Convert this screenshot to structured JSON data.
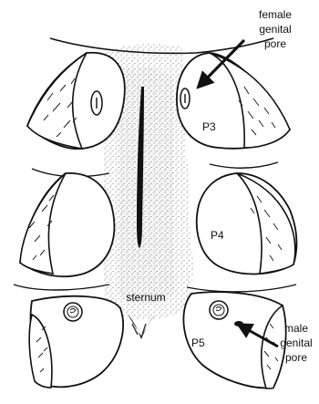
{
  "labels": {
    "female_genital_pore": [
      "female",
      "genital",
      "pore"
    ],
    "male_genital_pore": [
      "male",
      "genital",
      "pore"
    ],
    "p3": "P3",
    "p4": "P4",
    "p5": "P5",
    "sternum": "sternum"
  },
  "colors": {
    "line": "#111111",
    "stipple": "#555555",
    "background": "#ffffff"
  }
}
